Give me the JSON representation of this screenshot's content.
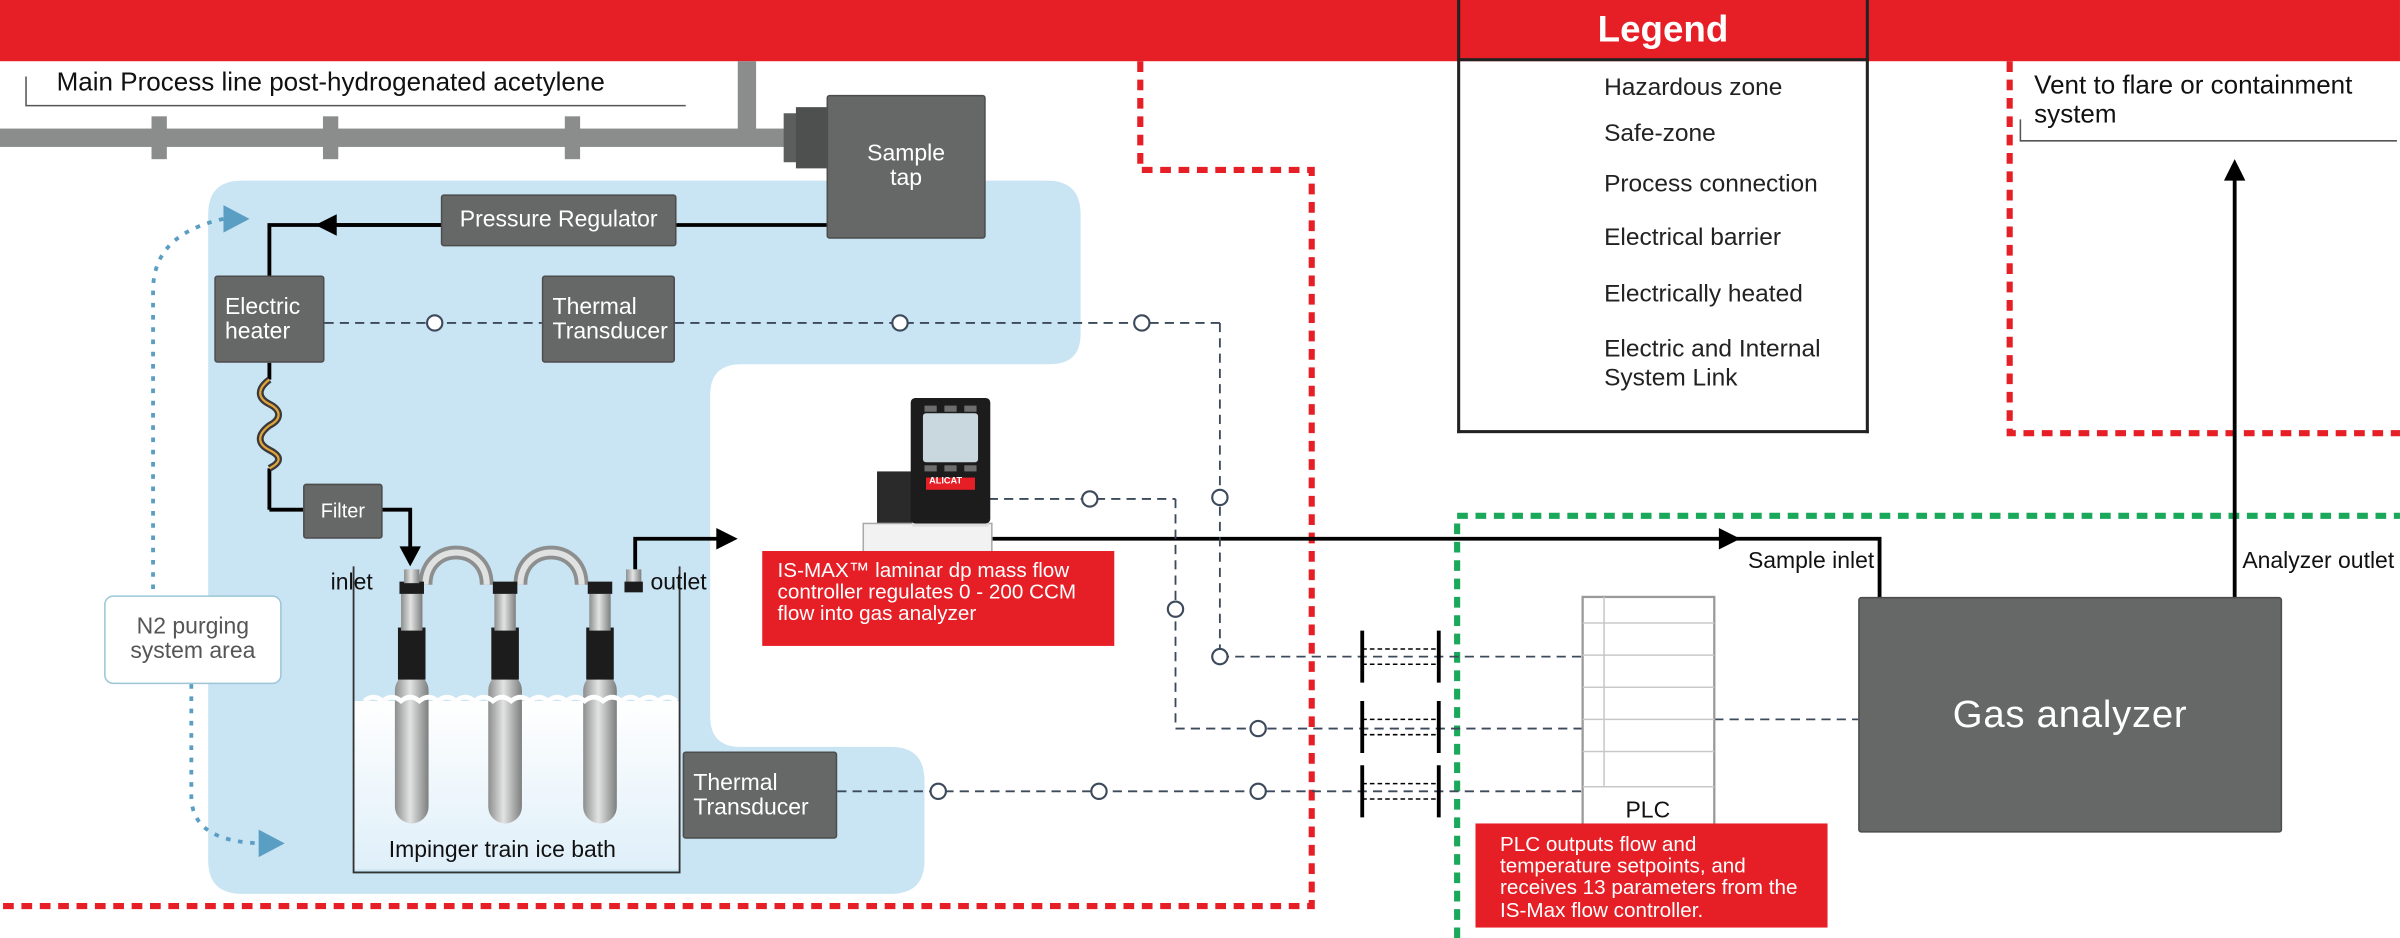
{
  "main_line_label": "Main Process line post-hydrogenated acetylene",
  "vent_label": "Vent to flare or containment system",
  "components": {
    "sample_tap": "Sample tap",
    "pressure_regulator": "Pressure Regulator",
    "electric_heater": "Electric heater",
    "thermal_transducer_top": "Thermal Transducer",
    "thermal_transducer_bottom": "Thermal Transducer",
    "filter": "Filter",
    "inlet": "inlet",
    "outlet": "outlet",
    "impinger": "Impinger train ice bath",
    "n2_purging": "N2 purging system area",
    "plc": "PLC",
    "gas_analyzer": "Gas analyzer",
    "sample_inlet": "Sample inlet",
    "analyzer_outlet": "Analyzer outlet"
  },
  "notes": {
    "ismax": "IS-MAX™ laminar dp mass flow controller regulates 0 - 200 CCM flow into gas analyzer",
    "plc": "PLC outputs flow and temperature setpoints, and receives 13 parameters from the IS-Max flow controller."
  },
  "device_logo": "ALICAT",
  "legend": {
    "title": "Legend",
    "items": [
      {
        "label": "Hazardous zone",
        "icon": "red-dotted-line-icon"
      },
      {
        "label": "Safe-zone",
        "icon": "green-dotted-line-icon"
      },
      {
        "label": "Process connection",
        "icon": "arrow-line-icon"
      },
      {
        "label": "Electrical barrier",
        "icon": "electrical-barrier-icon"
      },
      {
        "label": "Electrically heated",
        "icon": "heated-wave-icon"
      },
      {
        "label": "Electric and Internal System Link",
        "icon": "dashed-link-circle-icon"
      }
    ]
  },
  "colors": {
    "hazard_red": "#e61e25",
    "safe_green": "#1aa85a",
    "zone_blue": "#c9e4f3",
    "component_gray": "#666767",
    "link_dash": "#3d4a5c",
    "n2_dotted": "#5a9ec4"
  }
}
